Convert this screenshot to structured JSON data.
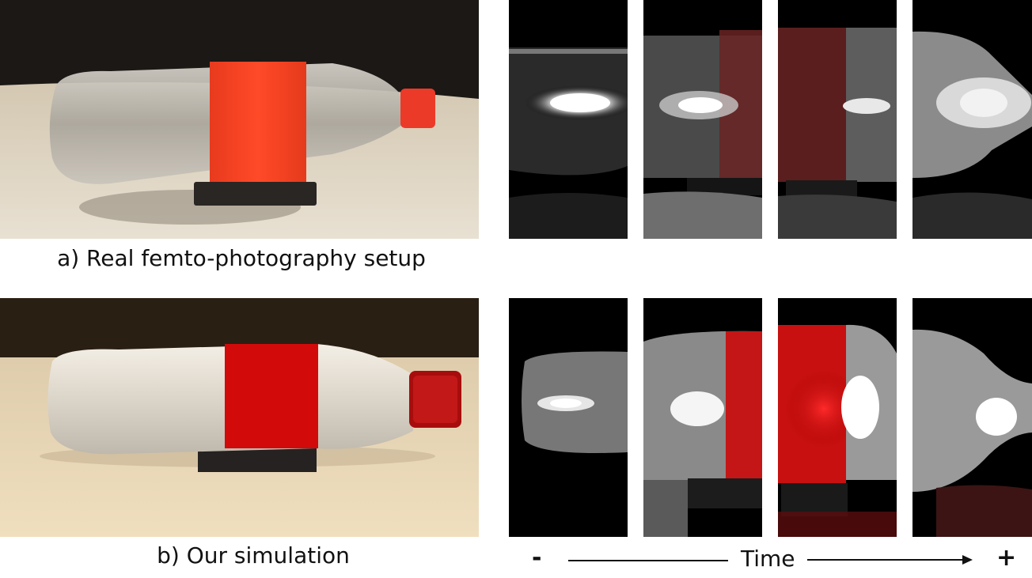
{
  "captions": {
    "real": "a) Real femto-photography setup",
    "sim": "b) Our simulation"
  },
  "timeline": {
    "minus": "-",
    "label": "Time",
    "plus": "+"
  },
  "colors": {
    "label_red": "#ff3b1f",
    "sim_red": "#d40000",
    "cap_red": "#e0201a",
    "wall_dark": "#1f1a16",
    "table_warm": "#e7d4b4"
  }
}
